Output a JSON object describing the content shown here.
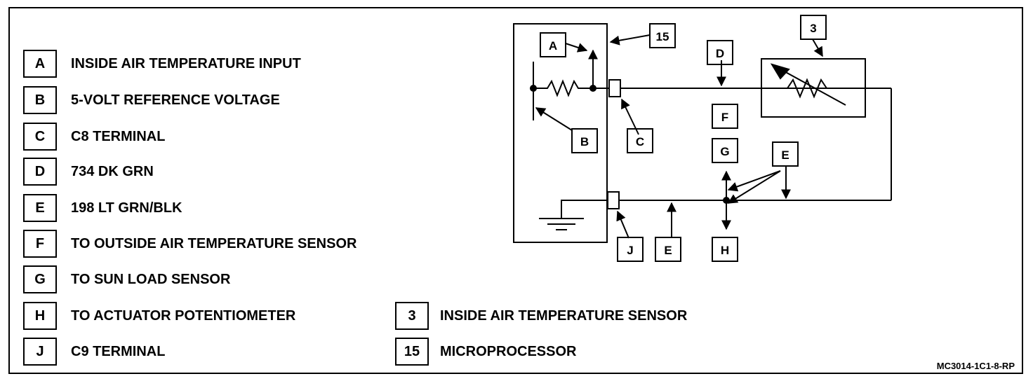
{
  "legend": [
    {
      "key": "A",
      "text": "INSIDE AIR TEMPERATURE INPUT"
    },
    {
      "key": "B",
      "text": "5-VOLT REFERENCE VOLTAGE"
    },
    {
      "key": "C",
      "text": "C8 TERMINAL"
    },
    {
      "key": "D",
      "text": "734 DK GRN"
    },
    {
      "key": "E",
      "text": "198 LT GRN/BLK"
    },
    {
      "key": "F",
      "text": "TO OUTSIDE AIR TEMPERATURE SENSOR"
    },
    {
      "key": "G",
      "text": "TO SUN LOAD SENSOR"
    },
    {
      "key": "H",
      "text": "TO ACTUATOR POTENTIOMETER"
    },
    {
      "key": "J",
      "text": "C9 TERMINAL"
    }
  ],
  "legend_right": [
    {
      "key": "3",
      "text": "INSIDE AIR TEMPERATURE SENSOR"
    },
    {
      "key": "15",
      "text": "MICROPROCESSOR"
    }
  ],
  "diagram_labels": {
    "a": "A",
    "b": "B",
    "c": "C",
    "d": "D",
    "e1": "E",
    "e2": "E",
    "f": "F",
    "g": "G",
    "h": "H",
    "j": "J",
    "n3": "3",
    "n15": "15"
  },
  "caption": "MC3014-1C1-8-RP"
}
